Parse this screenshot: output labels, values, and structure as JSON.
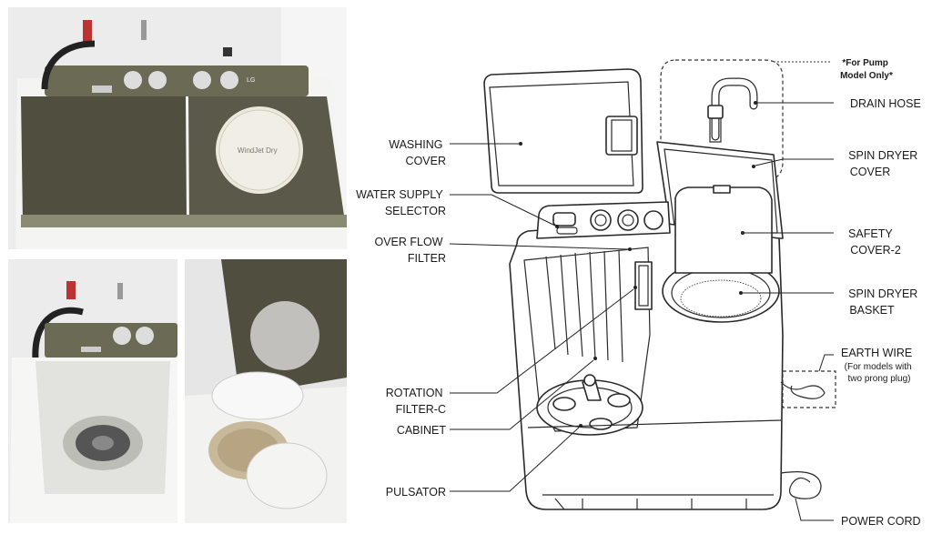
{
  "photos": {
    "top": {
      "brand_text": "WindJet Dry",
      "logo": "LG"
    },
    "bottom_left": {},
    "bottom_right": {}
  },
  "diagram": {
    "labels": {
      "washing_cover": [
        "WASHING",
        "COVER"
      ],
      "water_supply_selector": [
        "WATER SUPPLY",
        "SELECTOR"
      ],
      "over_flow_filter": [
        "OVER FLOW",
        "FILTER"
      ],
      "rotation_filter": [
        "ROTATION",
        "FILTER-C"
      ],
      "cabinet": "CABINET",
      "pulsator": "PULSATOR",
      "pump_note": [
        "*For Pump",
        "Model Only*"
      ],
      "drain_hose": "DRAIN HOSE",
      "spin_dryer_cover": [
        "SPIN DRYER",
        "COVER"
      ],
      "safety_cover": [
        "SAFETY",
        "COVER-2"
      ],
      "spin_dryer_basket": [
        "SPIN DRYER",
        "BASKET"
      ],
      "earth_wire": "EARTH WIRE",
      "earth_wire_note": [
        "(For models with",
        "two prong plug)"
      ],
      "power_cord": "POWER CORD"
    }
  }
}
